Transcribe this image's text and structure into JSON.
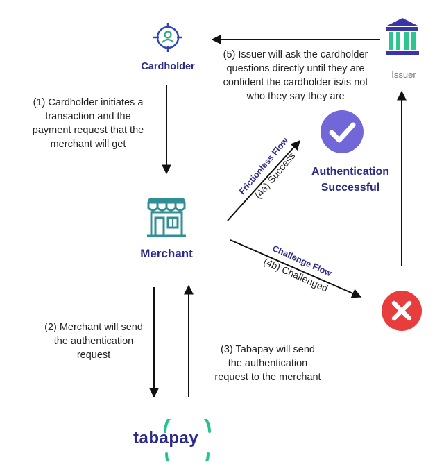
{
  "nodes": {
    "cardholder": "Cardholder",
    "issuer": "Issuer",
    "merchant": "Merchant",
    "tabapay": [
      "taba",
      "pay"
    ],
    "auth_success": [
      "Authentication",
      "Successful"
    ]
  },
  "steps": {
    "step1": [
      "(1) Cardholder initiates a",
      "transaction and the",
      "payment request that the",
      "merchant will get"
    ],
    "step2": [
      "(2) Merchant will send",
      "the authentication",
      "request"
    ],
    "step3": [
      "(3) Tabapay will send",
      "the authentication",
      "request to the merchant"
    ],
    "step4a": "(4a) Success",
    "step4b": "(4b) Challenged",
    "step5": [
      "(5) Issuer will ask the cardholder",
      "questions directly until they are",
      "confident the cardholder is/is not",
      "who they say they are"
    ]
  },
  "flows": {
    "frictionless": "Frictionless Flow",
    "challenge": "Challenge Flow"
  },
  "colors": {
    "brand_blue": "#2b2a8a",
    "merchant_teal": "#2f8f95",
    "success_purple": "#7167d8",
    "error_red": "#e73d3d",
    "tabapay_green": "#23c38b"
  },
  "icons": {
    "cardholder": "user-target-icon",
    "issuer": "bank-icon",
    "merchant": "storefront-icon",
    "success": "check-circle-icon",
    "challenge": "x-circle-icon"
  }
}
